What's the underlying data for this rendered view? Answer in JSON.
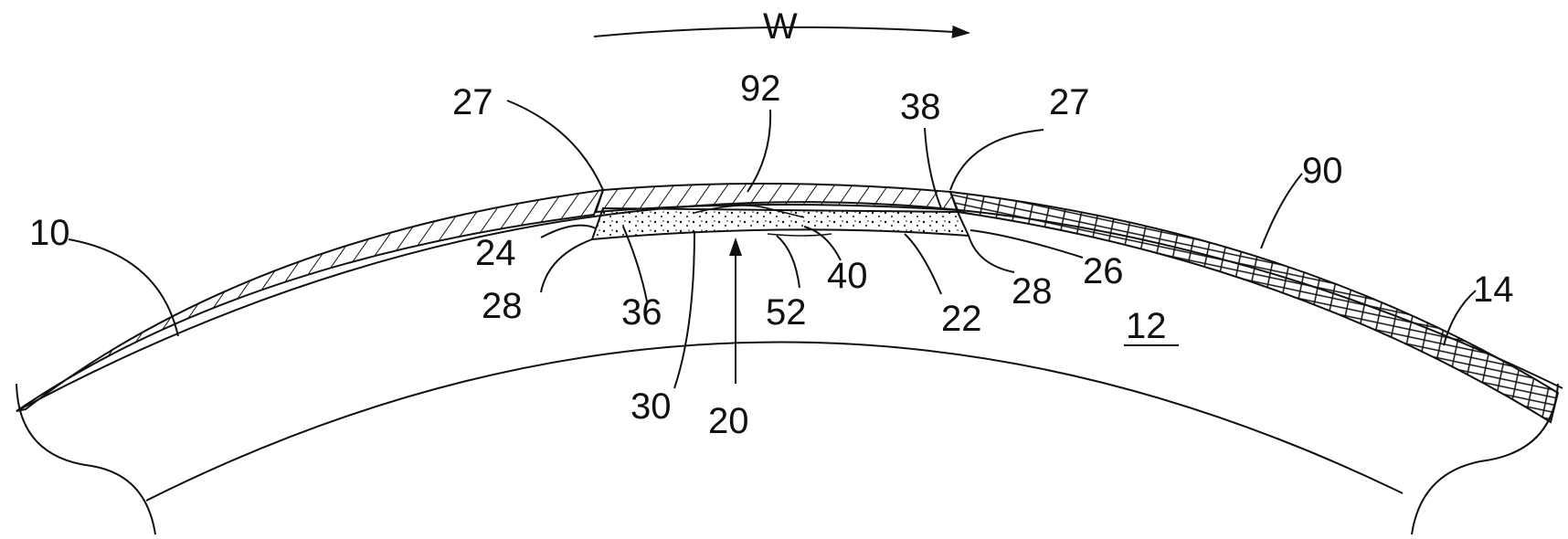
{
  "figure": {
    "direction_label": "W",
    "labels": {
      "l10": "10",
      "l12": "12",
      "l14": "14",
      "l20": "20",
      "l22": "22",
      "l24": "24",
      "l26": "26",
      "l27_left": "27",
      "l27_right": "27",
      "l28_left": "28",
      "l28_right": "28",
      "l30": "30",
      "l36": "36",
      "l38": "38",
      "l40": "40",
      "l52": "52",
      "l90": "90",
      "l92": "92"
    }
  },
  "colors": {
    "line": "#111111",
    "background": "#ffffff"
  }
}
